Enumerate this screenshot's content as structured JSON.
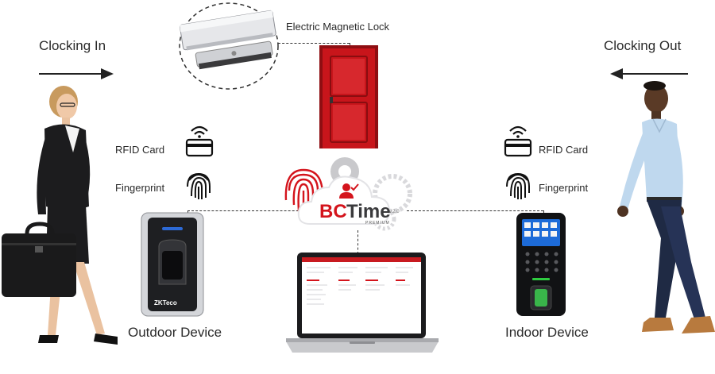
{
  "labels": {
    "clocking_in": "Clocking In",
    "clocking_out": "Clocking Out",
    "magnetic_lock": "Electric Magnetic Lock",
    "rfid_left": "RFID Card",
    "fingerprint_left": "Fingerprint",
    "rfid_right": "RFID Card",
    "fingerprint_right": "Fingerprint",
    "outdoor_device": "Outdoor Device",
    "indoor_device": "Indoor Device"
  },
  "logo": {
    "bc": "BC",
    "time": "Time",
    "version": "v.2.0",
    "tier": "PREMIUM"
  },
  "device_brand": "ZKTeco",
  "colors": {
    "brand_red": "#d4141c",
    "door_red": "#c8151b",
    "text_dark": "#2a2a2a",
    "suit_black": "#1c1c1e",
    "shirt_blue": "#bfd8ee",
    "jeans_navy": "#1f2a44"
  },
  "icons": [
    "rfid-card-icon",
    "fingerprint-icon",
    "user-check-icon",
    "gear-icon",
    "cloud-icon"
  ]
}
